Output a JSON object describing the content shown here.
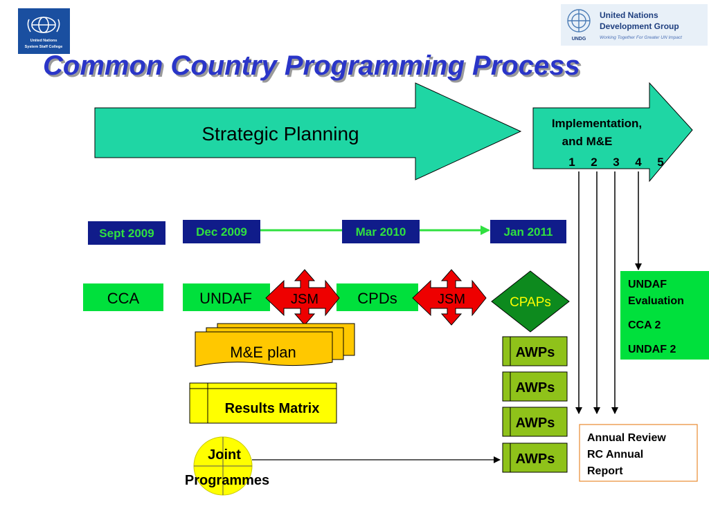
{
  "title": "Common Country Programming Process",
  "header": {
    "unssc_logo": {
      "line1": "United Nations",
      "line2": "System Staff College"
    },
    "undg_logo": {
      "line1": "United Nations",
      "line2": "Development Group",
      "tagline": "Working Together For Greater UN Impact",
      "abbr": "UNDG"
    }
  },
  "arrows": {
    "strategic": "Strategic Planning",
    "implementation": {
      "line1": "Implementation,",
      "line2": "and M&E",
      "years": [
        "1",
        "2",
        "3",
        "4",
        "5"
      ]
    }
  },
  "dates": [
    "Sept 2009",
    "Dec 2009",
    "Mar 2010",
    "Jan 2011"
  ],
  "boxes": {
    "cca": "CCA",
    "undaf": "UNDAF",
    "jsm": "JSM",
    "cpds": "CPDs",
    "cpaps": "CPAPs",
    "me_plan": "M&E plan",
    "results_matrix": "Results Matrix",
    "joint": {
      "line1": "Joint",
      "line2": "Programmes"
    },
    "awps": [
      "AWPs",
      "AWPs",
      "AWPs",
      "AWPs"
    ],
    "evaluation": [
      "UNDAF",
      "Evaluation",
      "CCA 2",
      "UNDAF 2"
    ],
    "annual": [
      "Annual Review",
      "RC Annual",
      "Report"
    ]
  },
  "colors": {
    "teal_arrow": "#1fd6a4",
    "green_box": "#00e03c",
    "navy_box": "#101c8a",
    "date_text": "#30e040",
    "title": "#2a35c8",
    "jsm_red": "#ee0000",
    "cpaps_green": "#0d8a1e",
    "awp_green": "#8fc21a",
    "yellow": "#ffff00",
    "orange_plan": "#ffc800",
    "annual_border": "#e88a30"
  }
}
